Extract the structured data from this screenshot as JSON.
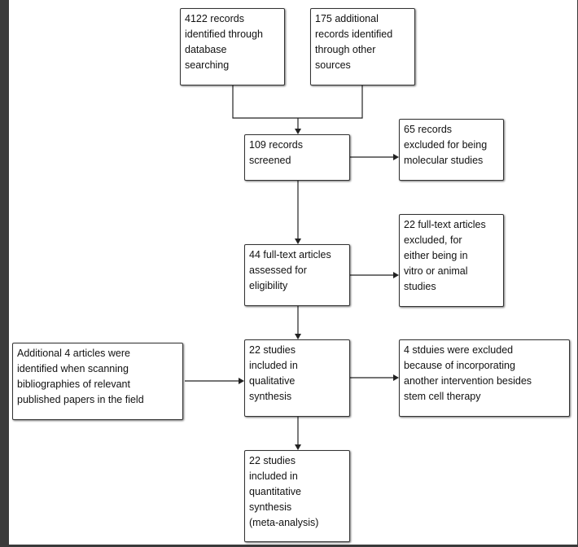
{
  "flowchart": {
    "identification": {
      "database": "4122 records\nidentified through\ndatabase\nsearching",
      "other_sources": "175 additional\nrecords identified\nthrough other\nsources"
    },
    "screened": "109 records\nscreened",
    "excluded_molecular": "65 records\nexcluded for being\nmolecular studies",
    "fulltext_assessed": "44 full-text articles\nassessed for\neligibility",
    "fulltext_excluded": "22 full-text articles\nexcluded, for\neither being in\nvitro or animal\nstudies",
    "additional_articles": "Additional 4 articles were\nidentified when scanning\nbibliographies of relevant\npublished papers in the field",
    "qualitative": "22 studies\nincluded in\nqualitative\nsynthesis",
    "excluded_intervention": "4 stduies were excluded\nbecause of incorporating\nanother intervention besides\nstem cell therapy",
    "quantitative": "22 studies\nincluded in\nquantitative\nsynthesis\n(meta-analysis)"
  }
}
